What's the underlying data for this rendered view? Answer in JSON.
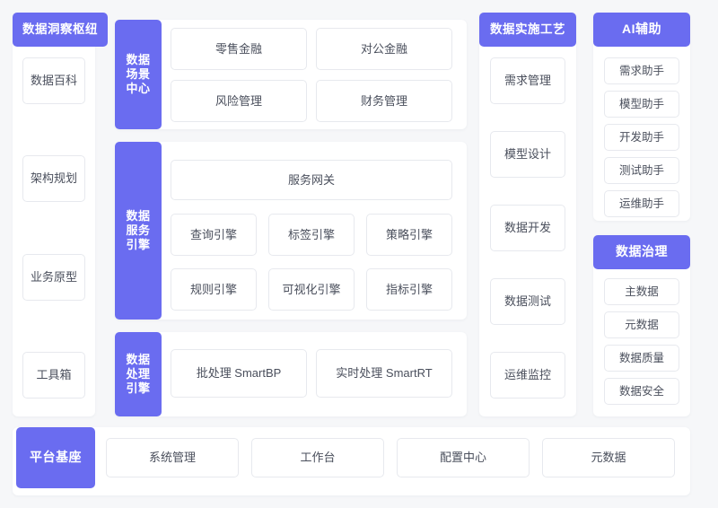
{
  "theme": {
    "accent": "#6a6cf0",
    "page_background": "#f6f7f9",
    "card_background": "#ffffff",
    "chip_border": "#e7e9ee",
    "chip_text": "#4a4f5c",
    "tag_text": "#ffffff"
  },
  "columns": {
    "insight_hub": {
      "tag": "数据洞察枢纽",
      "items": [
        {
          "label": "数据百科"
        },
        {
          "label": "架构规划"
        },
        {
          "label": "业务原型"
        },
        {
          "label": "工具箱"
        }
      ]
    },
    "scene_center": {
      "tag": "数据\n场景\n中心",
      "tag_lines": [
        "数据",
        "场景",
        "中心"
      ],
      "items": [
        {
          "label": "零售金融"
        },
        {
          "label": "对公金融"
        },
        {
          "label": "风险管理"
        },
        {
          "label": "财务管理"
        }
      ]
    },
    "service_engine": {
      "tag_lines": [
        "数据",
        "服务",
        "引擎"
      ],
      "gateway": {
        "label": "服务网关"
      },
      "items": [
        {
          "label": "查询引擎"
        },
        {
          "label": "标签引擎"
        },
        {
          "label": "策略引擎"
        },
        {
          "label": "规则引擎"
        },
        {
          "label": "可视化引擎"
        },
        {
          "label": "指标引擎"
        }
      ]
    },
    "processing_engine": {
      "tag_lines": [
        "数据",
        "处理",
        "引擎"
      ],
      "items": [
        {
          "label": "批处理 SmartBP"
        },
        {
          "label": "实时处理  SmartRT"
        }
      ]
    },
    "implementation_process": {
      "tag": "数据实施工艺",
      "items": [
        {
          "label": "需求管理"
        },
        {
          "label": "模型设计"
        },
        {
          "label": "数据开发"
        },
        {
          "label": "数据测试"
        },
        {
          "label": "运维监控"
        }
      ]
    },
    "ai_assist": {
      "tag": "AI辅助",
      "items": [
        {
          "label": "需求助手"
        },
        {
          "label": "模型助手"
        },
        {
          "label": "开发助手"
        },
        {
          "label": "测试助手"
        },
        {
          "label": "运维助手"
        }
      ]
    },
    "data_governance": {
      "tag": "数据治理",
      "items": [
        {
          "label": "主数据"
        },
        {
          "label": "元数据"
        },
        {
          "label": "数据质量"
        },
        {
          "label": "数据安全"
        }
      ]
    },
    "platform_base": {
      "tag": "平台基座",
      "items": [
        {
          "label": "系统管理"
        },
        {
          "label": "工作台"
        },
        {
          "label": "配置中心"
        },
        {
          "label": "元数据"
        }
      ]
    }
  }
}
